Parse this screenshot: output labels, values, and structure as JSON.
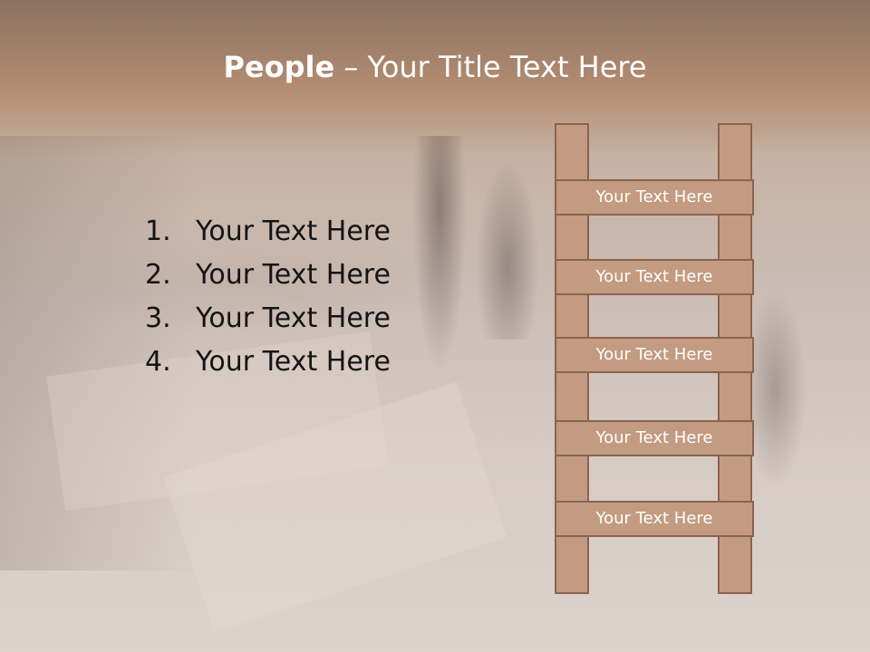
{
  "title": {
    "bold": "People",
    "rest": " – Your Title Text Here"
  },
  "list": [
    {
      "number": "1.",
      "text": "Your Text Here"
    },
    {
      "number": "2.",
      "text": "Your Text Here"
    },
    {
      "number": "3.",
      "text": "Your Text Here"
    },
    {
      "number": "4.",
      "text": "Your Text Here"
    }
  ],
  "ladder": {
    "rungs": [
      "Your Text Here",
      "Your Text Here",
      "Your Text Here",
      "Your Text Here",
      "Your Text Here"
    ]
  },
  "colors": {
    "ladder_fill": "#c39b81",
    "ladder_border": "#8a6350",
    "title_band": "#b48d72"
  }
}
